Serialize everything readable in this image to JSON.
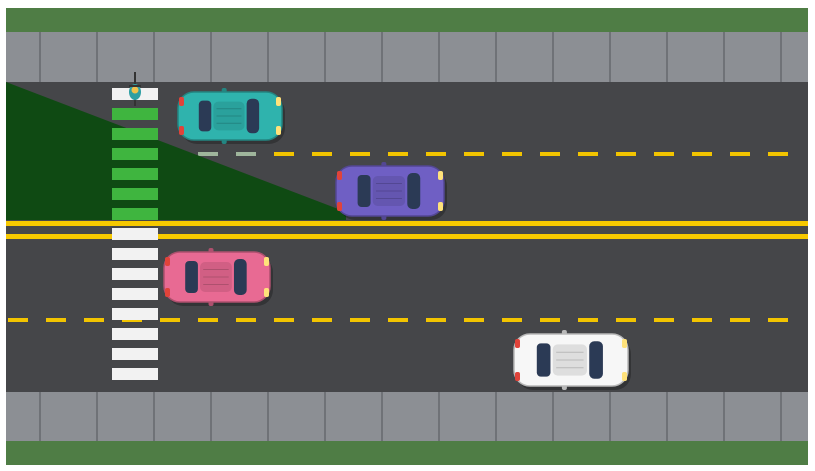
{
  "scene": {
    "name": "road-crossing-diagram",
    "colors": {
      "grass": "#4f7d45",
      "sidewalk": "#8c8f94",
      "sidewalk_joint": "#6f7277",
      "asphalt": "#454649",
      "lane_dash_white": "#ffffff",
      "lane_dash_yellow": "#f2c400",
      "center_line_yellow": "#f6c800",
      "crosswalk_white": "#f2f2f2",
      "crosswalk_green": "#3fb53f",
      "visibility_zone": "#0f4a13"
    },
    "vehicles": [
      {
        "name": "teal-car",
        "color": "#2fb3ad",
        "direction": "right"
      },
      {
        "name": "purple-car",
        "color": "#6f5fc4",
        "direction": "right"
      },
      {
        "name": "pink-car",
        "color": "#e86a93",
        "direction": "right"
      },
      {
        "name": "white-car",
        "color": "#f7f7f7",
        "direction": "right"
      }
    ],
    "cyclist": {
      "name": "cyclist",
      "color": "#2f9fa3"
    }
  }
}
